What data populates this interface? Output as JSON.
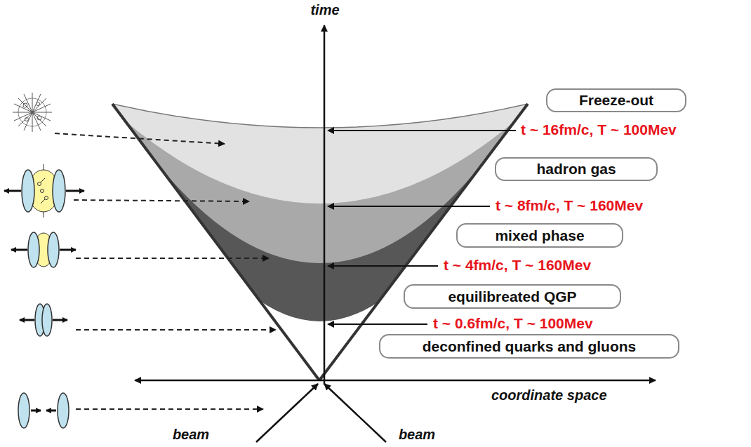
{
  "diagram": {
    "nodes": [
      {
        "text": [
          "Freeze-out"
        ]
      },
      {
        "text": [
          "hadron gas"
        ]
      },
      {
        "text": [
          "mixed phase"
        ]
      },
      {
        "text": [
          "equilibreated QGP"
        ]
      },
      {
        "text": [
          "deconfined quarks and gluons"
        ]
      }
    ],
    "labels": [
      "time",
      "t ~ 16fm/c, T ~ 100Mev",
      "t ~ 8fm/c, T ~ 160Mev",
      "t ~ 4fm/c, T ~ 160Mev",
      "t ~ 0.6fm/c, T ~ 100Mev",
      "coordinate space",
      "beam",
      "beam"
    ]
  }
}
